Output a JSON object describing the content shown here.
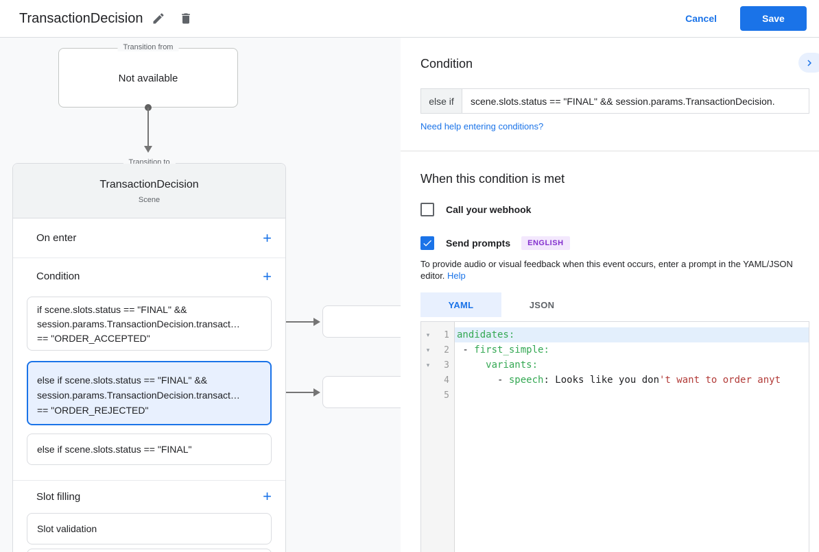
{
  "topbar": {
    "title": "TransactionDecision",
    "cancel_label": "Cancel",
    "save_label": "Save"
  },
  "icons": {
    "add": "+",
    "fold": "▾"
  },
  "colors": {
    "accent": "#1a73e8",
    "selected_card_bg": "#e8f0fe",
    "badge_bg": "#f3e8fd",
    "badge_text": "#8430ce",
    "code_key_green": "#34a853",
    "code_string_red": "#b23b38",
    "active_line_bg": "#e3effc"
  },
  "canvas": {
    "transition_from": {
      "legend": "Transition from",
      "value": "Not available"
    },
    "transition_to": {
      "legend": "Transition to",
      "title": "TransactionDecision",
      "subtitle": "Scene",
      "on_enter": {
        "label": "On enter"
      },
      "condition": {
        "label": "Condition",
        "cards": [
          {
            "selected": false,
            "lines": [
              "if scene.slots.status == \"FINAL\" &&",
              "session.params.TransactionDecision.transact…",
              "== \"ORDER_ACCEPTED\""
            ]
          },
          {
            "selected": true,
            "lines": [
              "else if scene.slots.status == \"FINAL\" &&",
              "session.params.TransactionDecision.transact…",
              "== \"ORDER_REJECTED\""
            ]
          },
          {
            "selected": false,
            "lines": [
              "else if scene.slots.status == \"FINAL\""
            ]
          }
        ]
      },
      "slot_filling": {
        "label": "Slot filling",
        "cards": [
          {
            "label": "Slot validation"
          }
        ]
      }
    }
  },
  "detail": {
    "title": "Condition",
    "prefix": "else if",
    "expression": "scene.slots.status == \"FINAL\" && session.params.TransactionDecision.",
    "help_link": "Need help entering conditions?",
    "when_met": {
      "title": "When this condition is met",
      "webhook": {
        "label": "Call your webhook",
        "checked": false
      },
      "send_prompts": {
        "label": "Send prompts",
        "badge": "ENGLISH",
        "checked": true
      },
      "description": "To provide audio or visual feedback when this event occurs, enter a prompt in the YAML/JSON editor.",
      "help_label": "Help"
    },
    "editor": {
      "tabs": [
        {
          "label": "YAML",
          "active": true
        },
        {
          "label": "JSON",
          "active": false
        }
      ],
      "lines": [
        {
          "num": "1",
          "fold": "▾",
          "highlighted": true,
          "segments": [
            {
              "text": "andidates:",
              "style": "key"
            }
          ]
        },
        {
          "num": "2",
          "fold": "▾",
          "highlighted": false,
          "segments": [
            {
              "text": " - ",
              "style": "plain"
            },
            {
              "text": "first_simple:",
              "style": "key"
            }
          ]
        },
        {
          "num": "3",
          "fold": "▾",
          "highlighted": false,
          "segments": [
            {
              "text": "     ",
              "style": "plain"
            },
            {
              "text": "variants:",
              "style": "key"
            }
          ]
        },
        {
          "num": "4",
          "fold": "",
          "highlighted": false,
          "segments": [
            {
              "text": "       - ",
              "style": "plain"
            },
            {
              "text": "speech",
              "style": "key"
            },
            {
              "text": ": Looks like you don",
              "style": "plain"
            },
            {
              "text": "'t want to order anyt",
              "style": "str"
            }
          ]
        },
        {
          "num": "5",
          "fold": "",
          "highlighted": false,
          "segments": []
        }
      ]
    }
  }
}
